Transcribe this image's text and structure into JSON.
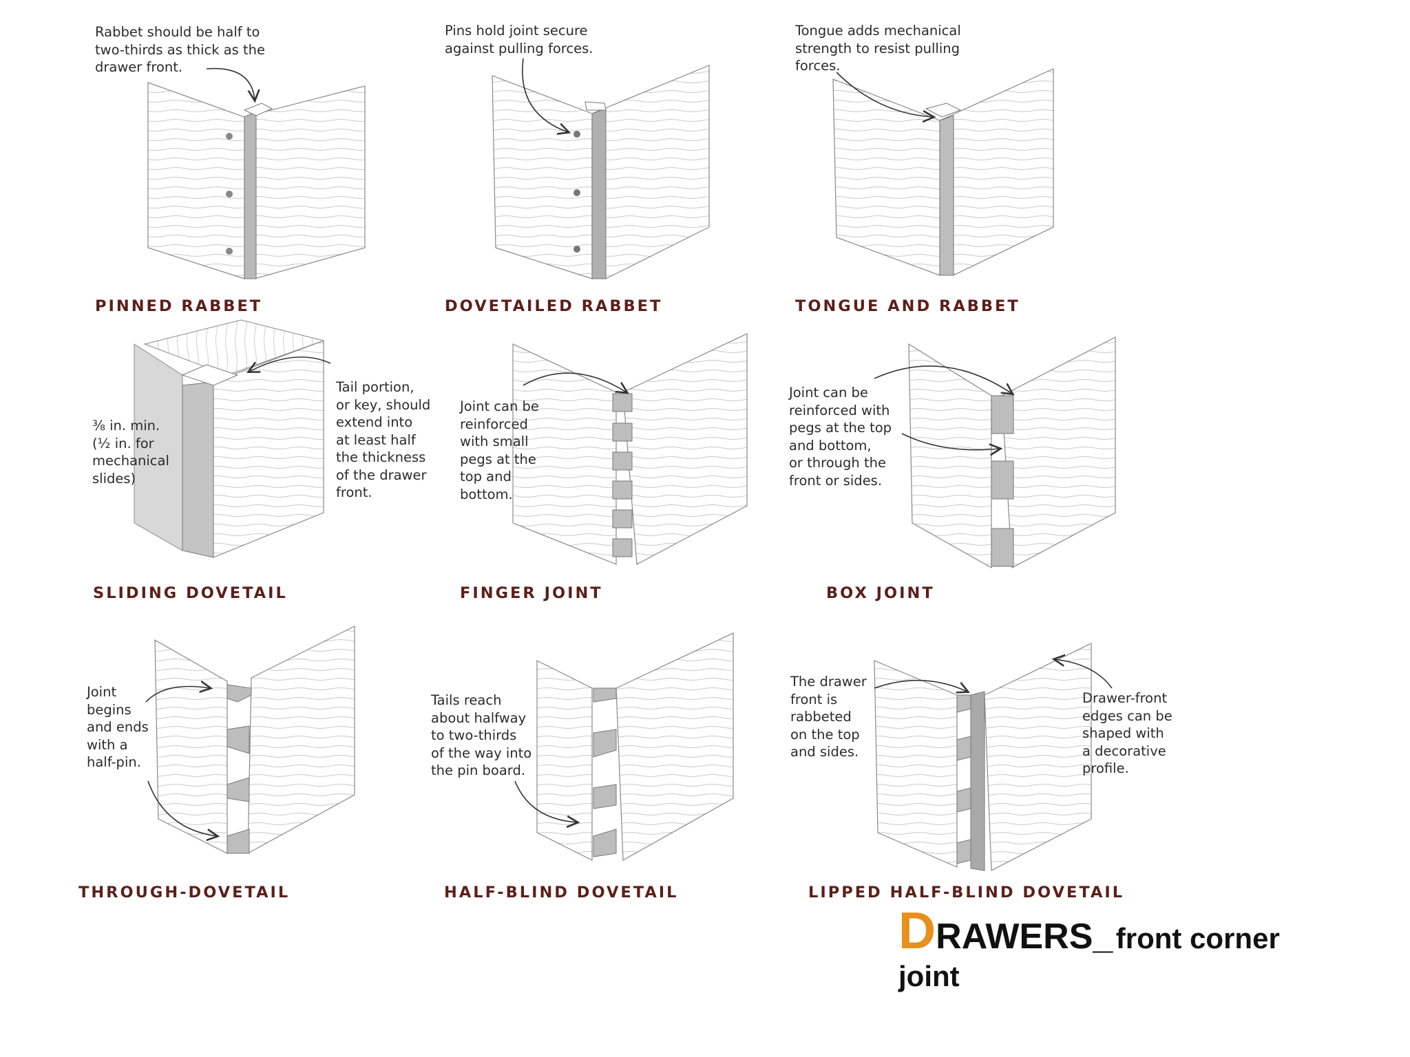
{
  "joints": [
    {
      "id": "pinned-rabbet",
      "title": "PINNED RABBET",
      "notes": [
        "Rabbet should be half to\ntwo-thirds as thick as the\ndrawer front."
      ]
    },
    {
      "id": "dovetailed-rabbet",
      "title": "DOVETAILED RABBET",
      "notes": [
        "Pins hold joint secure\nagainst pulling forces."
      ]
    },
    {
      "id": "tongue-and-rabbet",
      "title": "TONGUE AND RABBET",
      "notes": [
        "Tongue adds mechanical\nstrength to resist pulling\nforces."
      ]
    },
    {
      "id": "sliding-dovetail",
      "title": "SLIDING DOVETAIL",
      "notes": [
        "⅜ in. min.\n(½ in. for\nmechanical\nslides)",
        "Tail portion,\nor key, should\nextend into\nat least half\nthe thickness\nof the drawer\nfront."
      ]
    },
    {
      "id": "finger-joint",
      "title": "FINGER JOINT",
      "notes": [
        "Joint can be\nreinforced\nwith small\npegs at the\ntop and\nbottom."
      ]
    },
    {
      "id": "box-joint",
      "title": "BOX JOINT",
      "notes": [
        "Joint can be\nreinforced with\npegs at the top\nand bottom,\nor through the\nfront or sides."
      ]
    },
    {
      "id": "through-dovetail",
      "title": "THROUGH-DOVETAIL",
      "notes": [
        "Joint\nbegins\nand ends\nwith a\nhalf-pin."
      ]
    },
    {
      "id": "half-blind-dovetail",
      "title": "HALF-BLIND DOVETAIL",
      "notes": [
        "Tails reach\nabout halfway\nto two-thirds\nof the way into\nthe pin board."
      ]
    },
    {
      "id": "lipped-half-blind-dovetail",
      "title": "LIPPED HALF-BLIND DOVETAIL",
      "notes": [
        "The drawer\nfront is\nrabbeted\non the top\nand sides.",
        "Drawer-front\nedges can be\nshaped with\na decorative\nprofile."
      ]
    }
  ],
  "heading": {
    "initial": "D",
    "rest": "RAWERS_",
    "suffix": "front corner",
    "line2": "joint"
  },
  "colors": {
    "title": "#5c1f1a",
    "accent": "#e88f1c",
    "line": "#555555",
    "wood": "#f3f3f3",
    "endgrain": "#bdbdbd"
  }
}
